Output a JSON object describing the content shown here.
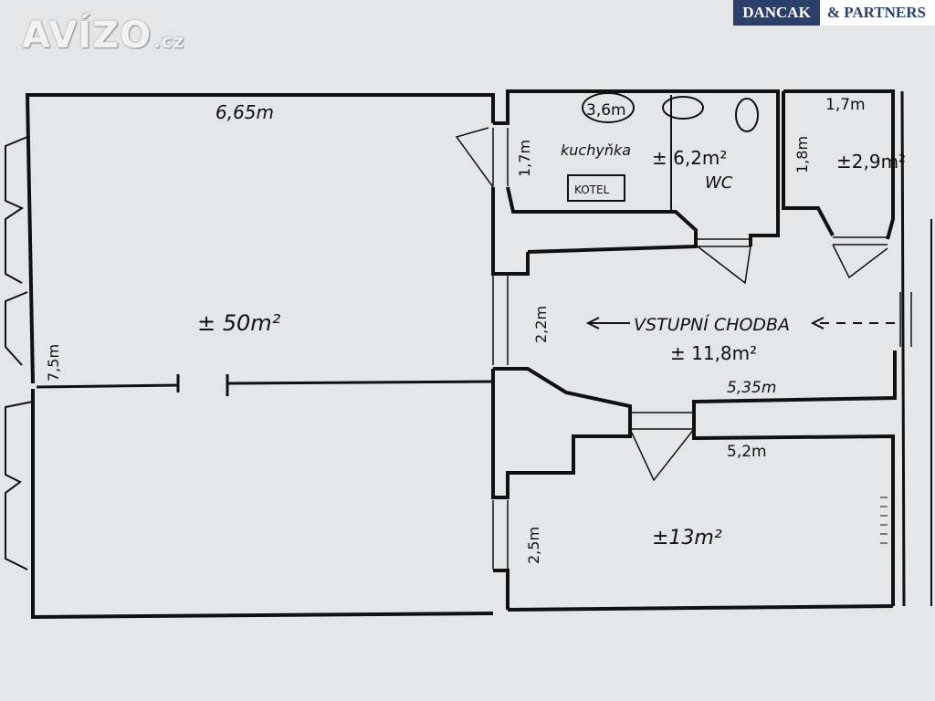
{
  "watermark": {
    "main": "AVÍZO",
    "tld": ".cz"
  },
  "brand": {
    "name": "DANCAK",
    "partner": "& PARTNERS"
  },
  "labels": {
    "dim_top_living": "6,65m",
    "dim_kitchen_width": "3,6m",
    "dim_kitchen_height": "1,7m",
    "kitchen_name": "kuchyňka",
    "kotel": "KOTEL",
    "kitchen_area": "± 6,2m²",
    "wc": "WC",
    "dim_right_top": "1,7m",
    "dim_right_height": "1,8m",
    "right_room_area": "±2,9m²",
    "living_area": "± 50m²",
    "dim_living_height": "7,5m",
    "dim_corridor_height": "2,2m",
    "corridor_name": "VSTUPNÍ CHODBA",
    "corridor_area": "± 11,8m²",
    "dim_corridor_width": "5,35m",
    "dim_room_width": "5,2m",
    "dim_room_height": "2,5m",
    "room_area": "±13m²"
  },
  "colors": {
    "paper": "#e4e6e8",
    "ink": "#111111",
    "brand_navy": "#2b3f6b"
  }
}
